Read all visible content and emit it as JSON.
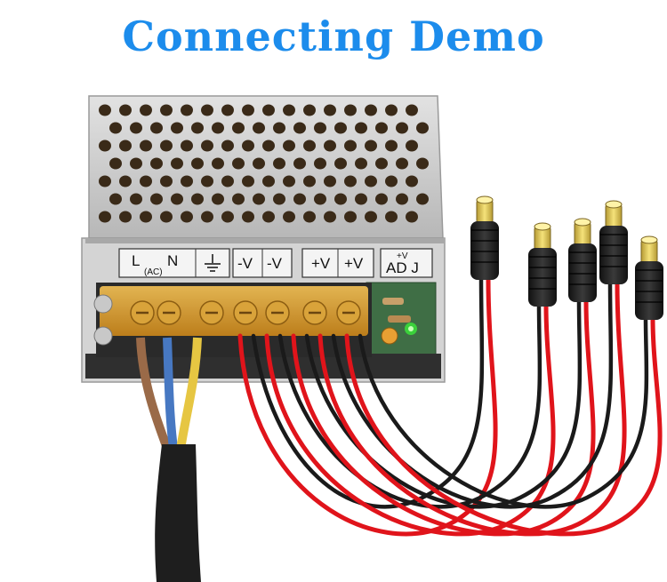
{
  "title": "Connecting Demo",
  "colors": {
    "title": "#1c8cec",
    "chassis": "#c9c9c9",
    "vent_hole": "#3a2a18",
    "terminal_cover": "#e3a12b",
    "wire_red": "#e0141b",
    "wire_black": "#1a1a1a",
    "cable_jacket": "#1e1e1e",
    "wire_brown": "#9a6a48",
    "wire_blue": "#4778c2",
    "wire_yellow": "#e6c642",
    "pcb_green": "#3f6e45",
    "led_green": "#3bd13b"
  },
  "terminals": {
    "l": "L",
    "n": "N",
    "ac": "(AC)",
    "v_minus_1": "-V",
    "v_minus_2": "-V",
    "v_plus_1": "+V",
    "v_plus_2": "+V",
    "adj_top": "+V",
    "adj_bottom": "AD J"
  },
  "icons": {
    "ground": "ground-symbol-icon"
  },
  "dc_plug_count": 5
}
